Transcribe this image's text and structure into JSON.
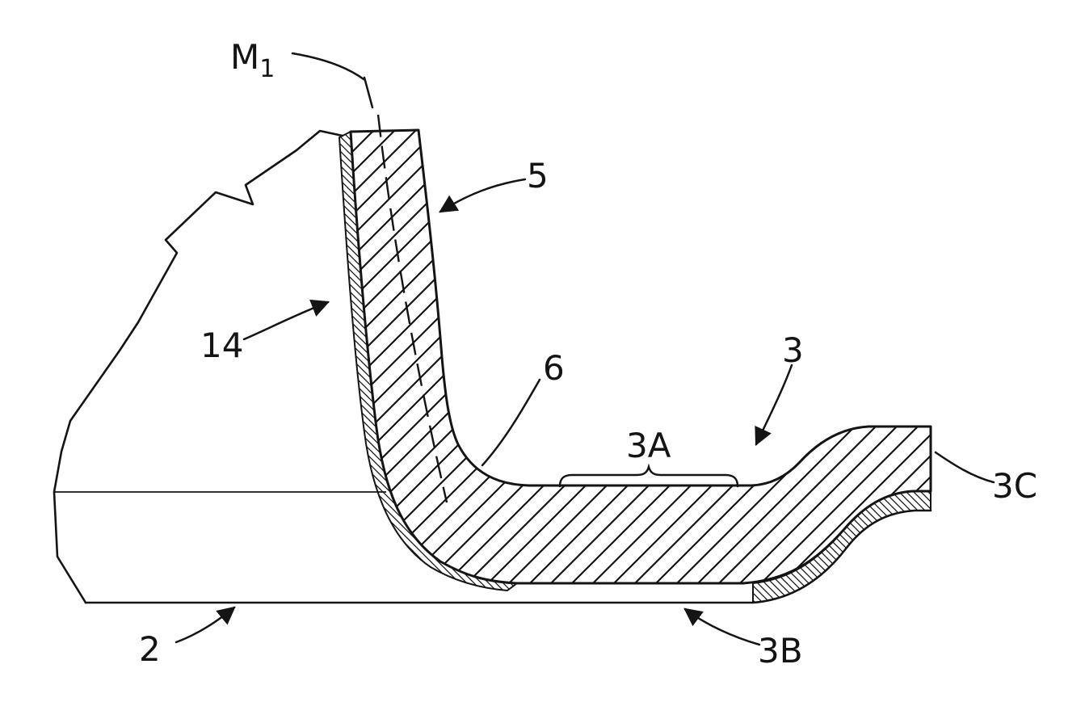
{
  "figure": {
    "kind": "patent-cross-section-diagram",
    "colors": {
      "line": "#141414",
      "background": "#ffffff"
    },
    "labels": {
      "m1_main": "M",
      "m1_sub": "1",
      "part5": "5",
      "part14": "14",
      "part6": "6",
      "part3": "3",
      "part3a": "3A",
      "part3b": "3B",
      "part3c": "3C",
      "part2": "2"
    }
  }
}
